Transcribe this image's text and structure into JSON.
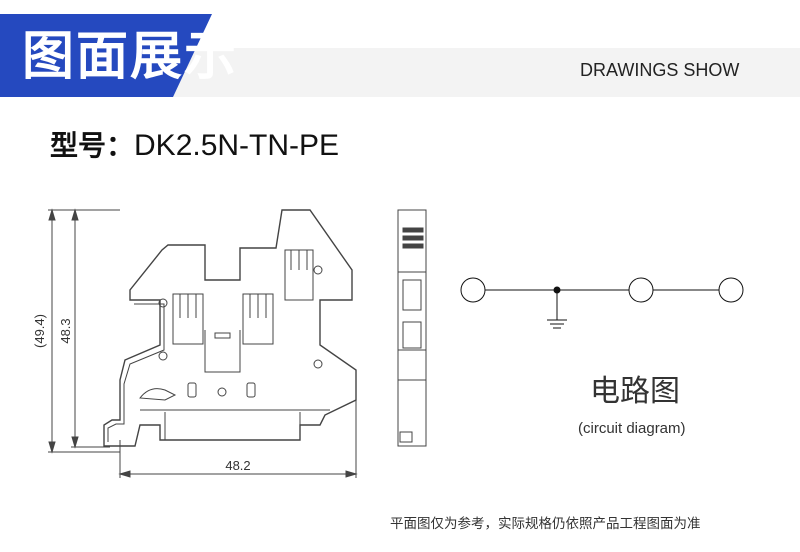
{
  "header": {
    "title": "图面展示",
    "subtitle": "DRAWINGS SHOW",
    "accent": "#2549bf"
  },
  "model": {
    "label": "型号：",
    "value": "DK2.5N-TN-PE"
  },
  "drawing": {
    "dim_height_overall": "(49.4)",
    "dim_height": "48.3",
    "dim_width": "48.2"
  },
  "circuit": {
    "title": "电路图",
    "subtitle": "(circuit diagram)"
  },
  "note": "平面图仅为参考，实际规格仍依照产品工程图面为准"
}
